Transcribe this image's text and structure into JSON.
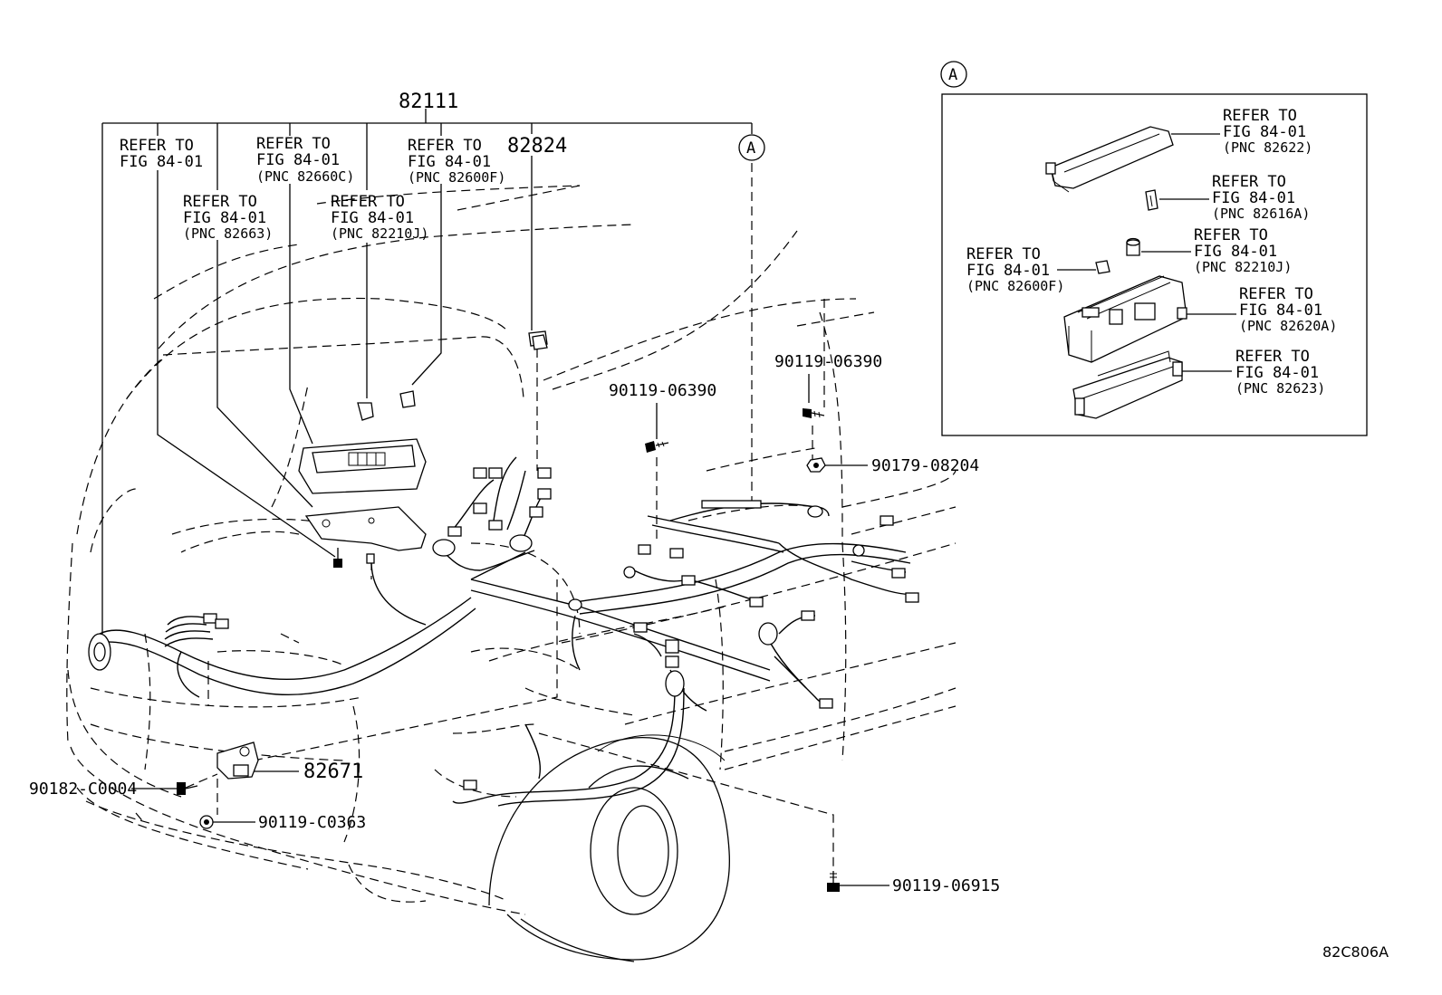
{
  "diagram": {
    "main_part": "82111",
    "callouts": {
      "ref_left": [
        "REFER TO",
        "FIG 84-01"
      ],
      "ref_82660c": [
        "REFER TO",
        "FIG 84-01",
        "(PNC 82660C)"
      ],
      "ref_82600f_top": [
        "REFER TO",
        "FIG 84-01",
        "(PNC 82600F)"
      ],
      "ref_82663": [
        "REFER TO",
        "FIG 84-01",
        "(PNC 82663)"
      ],
      "ref_82210j_top": [
        "REFER TO",
        "FIG 84-01",
        "(PNC 82210J)"
      ],
      "part_82824": "82824",
      "view_marker": "A",
      "bolt_06390_a": "90119-06390",
      "bolt_06390_b": "90119-06390",
      "nut_08204": "90179-08204",
      "part_82671": "82671",
      "bolt_c0004": "90182-C0004",
      "bolt_c0363": "90119-C0363",
      "bolt_06915": "90119-06915"
    },
    "inset": {
      "marker": "A",
      "ref_82622": [
        "REFER TO",
        "FIG 84-01",
        "(PNC 82622)"
      ],
      "ref_82616a": [
        "REFER TO",
        "FIG 84-01",
        "(PNC 82616A)"
      ],
      "ref_82210j": [
        "REFER TO",
        "FIG 84-01",
        "(PNC 82210J)"
      ],
      "ref_82600f": [
        "REFER TO",
        "FIG 84-01",
        "(PNC 82600F)"
      ],
      "ref_82620a": [
        "REFER TO",
        "FIG 84-01",
        "(PNC 82620A)"
      ],
      "ref_82623": [
        "REFER TO",
        "FIG 84-01",
        "(PNC 82623)"
      ]
    },
    "figure_code": "82C806A"
  }
}
